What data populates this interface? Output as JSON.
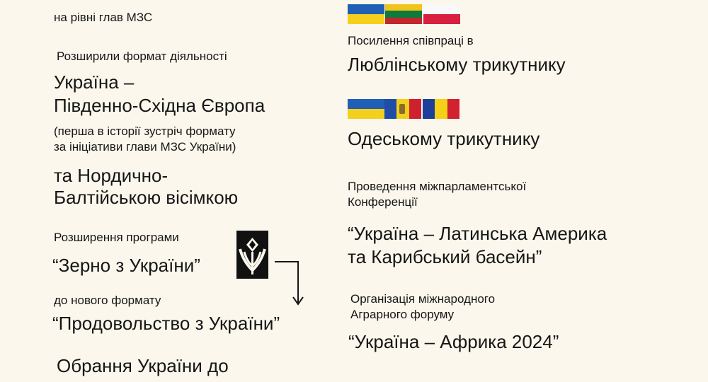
{
  "left": {
    "top_line": "на рівні глав МЗС",
    "expanded_label": "Розширили формат діяльності",
    "ukraine_se_europe_1": "Україна –",
    "ukraine_se_europe_2": "Південно-Східна Європа",
    "note_1": "(перша в історії зустріч формату",
    "note_2": "за ініціативи глави МЗС України)",
    "nordic_1": "та Нордично-",
    "nordic_2": "Балтійською вісімкою",
    "program_label": "Розширення програми",
    "grain": "“Зерно з України”",
    "new_format": "до нового формату",
    "food": "“Продовольство з України”",
    "election": "Обрання України до"
  },
  "right": {
    "lublin_label": "Посилення співпраці в",
    "lublin": "Люблінському трикутнику",
    "odesa": "Одеському трикутнику",
    "conf_label_1": "Проведення міжпарламентської",
    "conf_label_2": "Конференції",
    "latam_1": "“Україна – Латинська Америка",
    "latam_2": "та Карибський басейн”",
    "forum_label_1": "Організація міжнародного",
    "forum_label_2": "Аграрного форуму",
    "africa": "“Україна – Африка 2024”"
  },
  "flags": {
    "ukraine": [
      "#1f5fb5",
      "#f5cf1e"
    ],
    "lithuania": [
      "#f2c319",
      "#0e7a3c",
      "#c2272d"
    ],
    "poland": [
      "#f8f8f8",
      "#d81f3f"
    ],
    "moldova": [
      "#1f4da8",
      "#f2cf1a",
      "#cf2030"
    ],
    "romania": [
      "#1f3e9a",
      "#f4d116",
      "#d0222f"
    ]
  },
  "icons": {
    "grain_logo": "wheat-ear-logo-icon",
    "arrow": "arrow-right-down-icon"
  }
}
